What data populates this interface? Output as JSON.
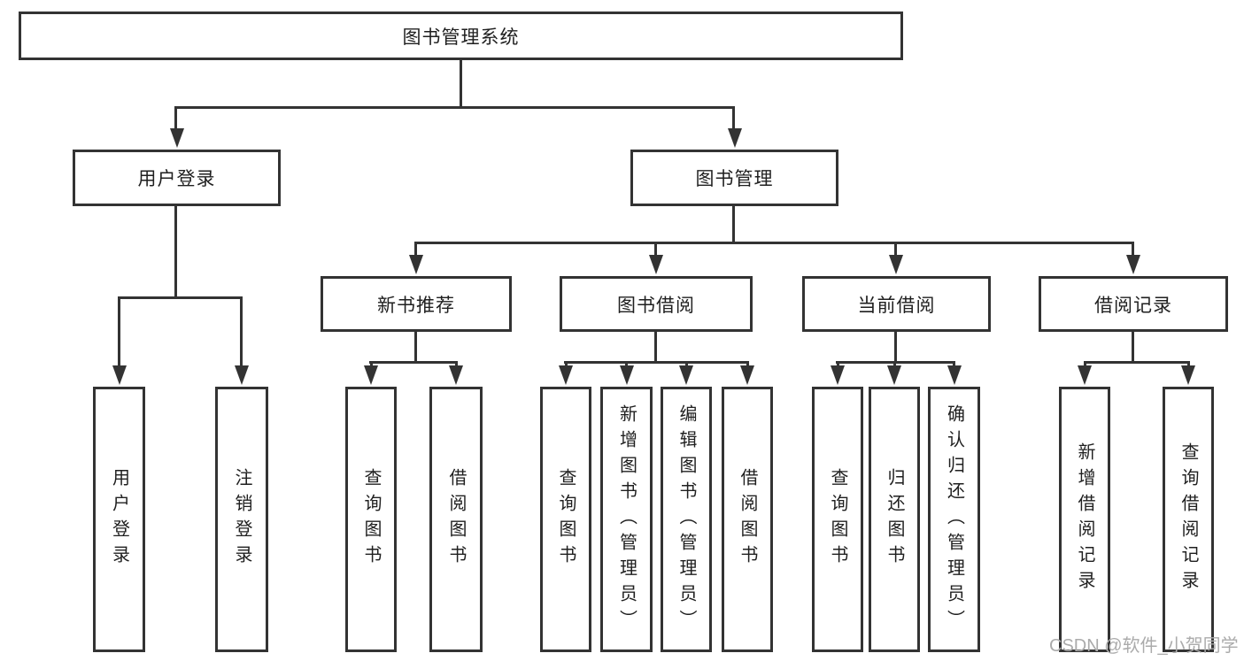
{
  "root": {
    "label": "图书管理系统"
  },
  "level2": {
    "user_login": {
      "label": "用户登录",
      "children": [
        "用户登录",
        "注销登录"
      ]
    },
    "book_mgmt": {
      "label": "图书管理"
    }
  },
  "groups": [
    {
      "label": "新书推荐",
      "children": [
        "查询图书",
        "借阅图书"
      ]
    },
    {
      "label": "图书借阅",
      "children": [
        "查询图书",
        "新增图书（管理员）",
        "编辑图书（管理员）",
        "借阅图书"
      ]
    },
    {
      "label": "当前借阅",
      "children": [
        "查询图书",
        "归还图书",
        "确认归还（管理员）"
      ]
    },
    {
      "label": "借阅记录",
      "children": [
        "新增借阅记录",
        "查询借阅记录"
      ]
    }
  ],
  "watermark": "CSDN @软件_小贺同学",
  "colors": {
    "line": "#333333",
    "box_border": "#333333",
    "box_background": "#ffffff",
    "text": "#1f1f1f",
    "watermark_text": "#ababab"
  }
}
